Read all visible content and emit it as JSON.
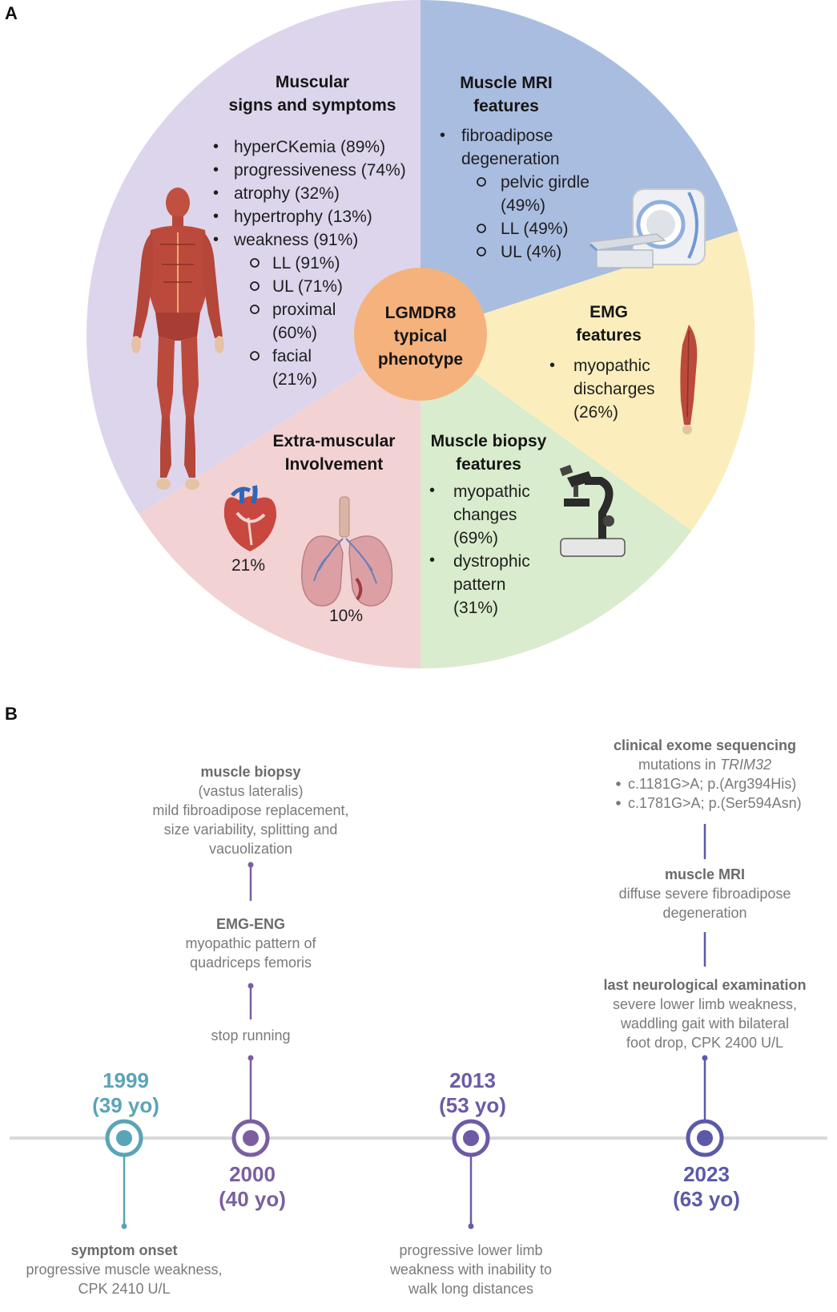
{
  "panels": {
    "a_label": "A",
    "b_label": "B"
  },
  "center": {
    "line1": "LGMDR8",
    "line2": "typical",
    "line3": "phenotype"
  },
  "colors": {
    "muscular": "#ddd5ec",
    "mri": "#a9bde0",
    "emg": "#fbeebc",
    "biopsy": "#d9eccd",
    "extra": "#f3d2d4",
    "center": "#f6b27c",
    "tl_teal": "#5aa4b8",
    "tl_purple": "#7a5fa0",
    "tl_violet": "#6d5aa6",
    "tl_indigo": "#5b5aa8",
    "tl_line": "#d9d9d9"
  },
  "muscular": {
    "title1": "Muscular",
    "title2": "signs and symptoms",
    "items": [
      "hyperCKemia (89%)",
      "progressiveness (74%)",
      "atrophy (32%)",
      "hypertrophy (13%)",
      "weakness (91%)"
    ],
    "sub": [
      "LL (91%)",
      "UL (71%)",
      "proximal",
      "(60%)",
      "facial",
      "(21%)"
    ]
  },
  "mri": {
    "title1": "Muscle MRI",
    "title2": "features",
    "item1": "fibroadipose",
    "item1b": "degeneration",
    "sub": [
      "pelvic girdle",
      "(49%)",
      "LL (49%)",
      "UL (4%)"
    ]
  },
  "emg": {
    "title1": "EMG",
    "title2": "features",
    "item1": "myopathic",
    "item1b": "discharges",
    "item1c": "(26%)"
  },
  "biopsy": {
    "title1": "Muscle biopsy",
    "title2": "features",
    "item1": "myopathic",
    "item1b": "changes",
    "item1c": "(69%)",
    "item2": "dystrophic",
    "item2b": "pattern",
    "item2c": "(31%)"
  },
  "extra": {
    "title1": "Extra-muscular",
    "title2": "Involvement",
    "heart_pct": "21%",
    "lung_pct": "10%"
  },
  "timeline": {
    "y1999": "1999",
    "a1999": "(39 yo)",
    "y2000": "2000",
    "a2000": "(40 yo)",
    "y2013": "2013",
    "a2013": "(53 yo)",
    "y2023": "2023",
    "a2023": "(63 yo)",
    "onset_title": "symptom onset",
    "onset_l1": "progressive muscle weakness,",
    "onset_l2": "CPK 2410 U/L",
    "stop_running": "stop running",
    "emg_title": "EMG-ENG",
    "emg_l1": "myopathic pattern of",
    "emg_l2": "quadriceps femoris",
    "bx_title": "muscle biopsy",
    "bx_l1": "(vastus lateralis)",
    "bx_l2": "mild fibroadipose replacement,",
    "bx_l3": "size variability, splitting and",
    "bx_l4": "vacuolization",
    "p2013_l1": "progressive lower limb",
    "p2013_l2": "weakness with inability to",
    "p2013_l3": "walk long distances",
    "neuro_title": "last neurological examination",
    "neuro_l1": "severe lower limb weakness,",
    "neuro_l2": "waddling gait with bilateral",
    "neuro_l3": "foot drop, CPK 2400 U/L",
    "mri_title": "muscle MRI",
    "mri_l1": "diffuse severe fibroadipose",
    "mri_l2": "degeneration",
    "ces_title": "clinical exome sequencing",
    "ces_l1": "mutations in",
    "ces_gene": "TRIM32",
    "ces_m1": "c.1181G>A; p.(Arg394His)",
    "ces_m2": "c.1781G>A; p.(Ser594Asn)"
  }
}
